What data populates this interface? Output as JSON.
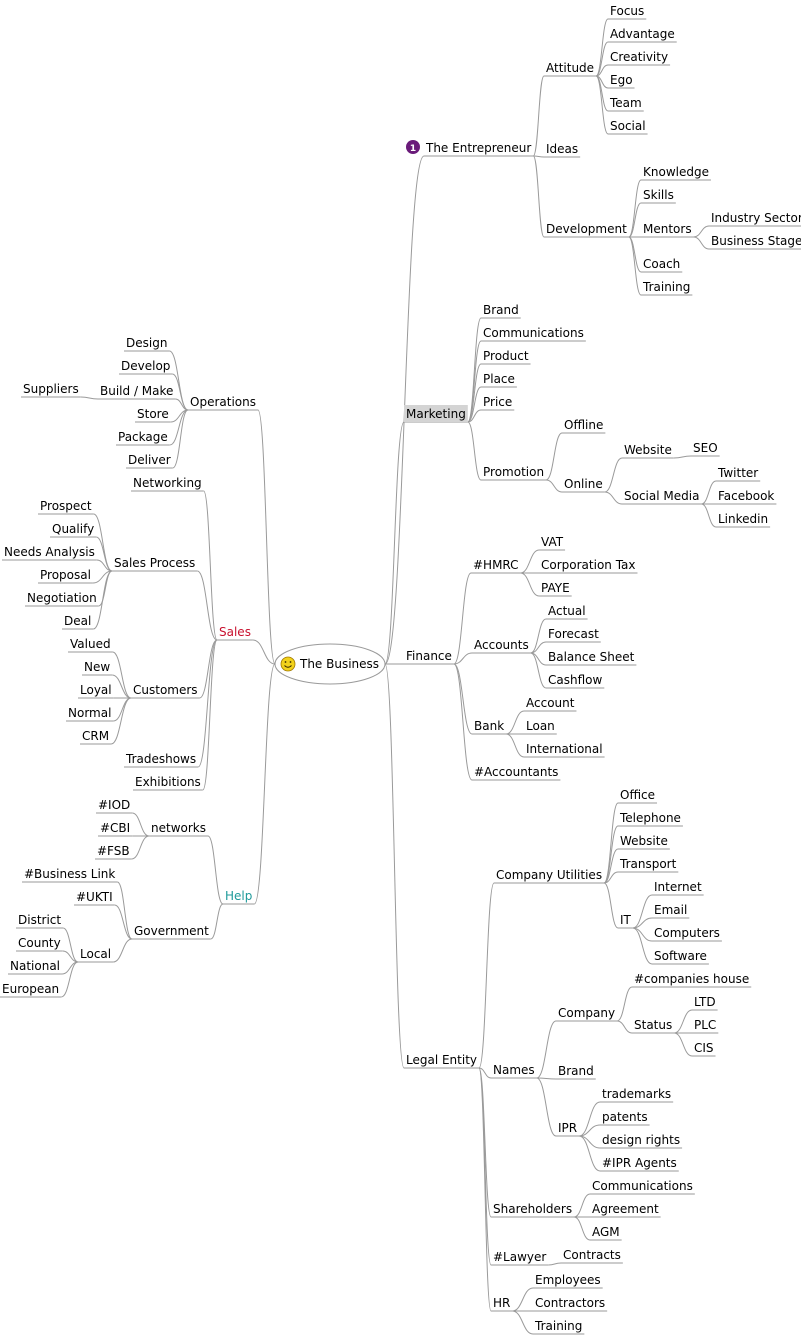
{
  "colors": {
    "line": "#9a9a9a",
    "sales": "#c8102e",
    "help": "#1e9a9a",
    "badge": "#6a1b7a",
    "selected_bg": "#d4d4d4",
    "smiley": "#f2d21b"
  },
  "root": {
    "label": "The Business",
    "icon": "smiley-icon"
  },
  "right": [
    {
      "label": "The Entrepreneur",
      "badge": "1",
      "children": [
        {
          "label": "Attitude",
          "children": [
            {
              "label": "Focus"
            },
            {
              "label": "Advantage"
            },
            {
              "label": "Creativity"
            },
            {
              "label": "Ego"
            },
            {
              "label": "Team"
            },
            {
              "label": "Social"
            }
          ]
        },
        {
          "label": "Ideas"
        },
        {
          "label": "Development",
          "children": [
            {
              "label": "Knowledge"
            },
            {
              "label": "Skills"
            },
            {
              "label": "Mentors",
              "children": [
                {
                  "label": "Industry Sector"
                },
                {
                  "label": "Business Stage"
                }
              ]
            },
            {
              "label": "Coach"
            },
            {
              "label": "Training"
            }
          ]
        }
      ]
    },
    {
      "label": "Marketing",
      "selected": true,
      "children": [
        {
          "label": "Brand"
        },
        {
          "label": "Communications"
        },
        {
          "label": "Product"
        },
        {
          "label": "Place"
        },
        {
          "label": "Price"
        },
        {
          "label": "Promotion",
          "children": [
            {
              "label": "Offline"
            },
            {
              "label": "Online",
              "children": [
                {
                  "label": "Website",
                  "children": [
                    {
                      "label": "SEO"
                    }
                  ]
                },
                {
                  "label": "Social Media",
                  "children": [
                    {
                      "label": "Twitter"
                    },
                    {
                      "label": "Facebook"
                    },
                    {
                      "label": "Linkedin"
                    }
                  ]
                }
              ]
            }
          ]
        }
      ]
    },
    {
      "label": "Finance",
      "children": [
        {
          "label": "#HMRC",
          "children": [
            {
              "label": "VAT"
            },
            {
              "label": "Corporation Tax"
            },
            {
              "label": "PAYE"
            }
          ]
        },
        {
          "label": "Accounts",
          "children": [
            {
              "label": "Actual"
            },
            {
              "label": "Forecast"
            },
            {
              "label": "Balance Sheet"
            },
            {
              "label": "Cashflow"
            }
          ]
        },
        {
          "label": "Bank",
          "children": [
            {
              "label": "Account"
            },
            {
              "label": "Loan"
            },
            {
              "label": "International"
            }
          ]
        },
        {
          "label": "#Accountants"
        }
      ]
    },
    {
      "label": "Legal Entity",
      "children": [
        {
          "label": "Company Utilities",
          "children": [
            {
              "label": "Office"
            },
            {
              "label": "Telephone"
            },
            {
              "label": "Website"
            },
            {
              "label": "Transport"
            },
            {
              "label": "IT",
              "children": [
                {
                  "label": "Internet"
                },
                {
                  "label": "Email"
                },
                {
                  "label": "Computers"
                },
                {
                  "label": "Software"
                }
              ]
            }
          ]
        },
        {
          "label": "Names",
          "children": [
            {
              "label": "Company",
              "children": [
                {
                  "label": "#companies house"
                },
                {
                  "label": "Status",
                  "children": [
                    {
                      "label": "LTD"
                    },
                    {
                      "label": "PLC"
                    },
                    {
                      "label": "CIS"
                    }
                  ]
                }
              ]
            },
            {
              "label": "Brand"
            },
            {
              "label": "IPR",
              "children": [
                {
                  "label": "trademarks"
                },
                {
                  "label": "patents"
                },
                {
                  "label": "design rights"
                },
                {
                  "label": "#IPR Agents"
                }
              ]
            }
          ]
        },
        {
          "label": "Shareholders",
          "children": [
            {
              "label": "Communications"
            },
            {
              "label": "Agreement"
            },
            {
              "label": "AGM"
            }
          ]
        },
        {
          "label": "#Lawyer",
          "children": [
            {
              "label": "Contracts"
            }
          ]
        },
        {
          "label": "HR",
          "children": [
            {
              "label": "Employees"
            },
            {
              "label": "Contractors"
            },
            {
              "label": "Training"
            }
          ]
        }
      ]
    }
  ],
  "left": [
    {
      "label": "Operations",
      "children": [
        {
          "label": "Design"
        },
        {
          "label": "Develop"
        },
        {
          "label": "Build / Make",
          "children": [
            {
              "label": "Suppliers"
            }
          ]
        },
        {
          "label": "Store"
        },
        {
          "label": "Package"
        },
        {
          "label": "Deliver"
        }
      ]
    },
    {
      "label": "Sales",
      "color": "sales",
      "children": [
        {
          "label": "Networking"
        },
        {
          "label": "Sales Process",
          "children": [
            {
              "label": "Prospect"
            },
            {
              "label": "Qualify"
            },
            {
              "label": "Needs Analysis"
            },
            {
              "label": "Proposal"
            },
            {
              "label": "Negotiation"
            },
            {
              "label": "Deal"
            }
          ]
        },
        {
          "label": "Customers",
          "children": [
            {
              "label": "Valued"
            },
            {
              "label": "New"
            },
            {
              "label": "Loyal"
            },
            {
              "label": "Normal"
            },
            {
              "label": "CRM"
            }
          ]
        },
        {
          "label": "Tradeshows"
        },
        {
          "label": "Exhibitions"
        }
      ]
    },
    {
      "label": "Help",
      "color": "help",
      "children": [
        {
          "label": "networks",
          "children": [
            {
              "label": "#IOD"
            },
            {
              "label": "#CBI"
            },
            {
              "label": "#FSB"
            }
          ]
        },
        {
          "label": "Government",
          "children": [
            {
              "label": "#Business Link"
            },
            {
              "label": "#UKTI"
            },
            {
              "label": "Local",
              "children": [
                {
                  "label": "District"
                },
                {
                  "label": "County"
                },
                {
                  "label": "National"
                },
                {
                  "label": "European"
                }
              ]
            }
          ]
        }
      ]
    }
  ]
}
